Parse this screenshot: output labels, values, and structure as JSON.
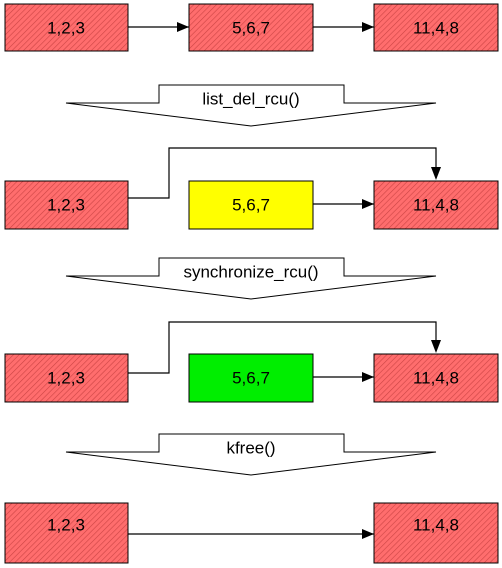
{
  "colors": {
    "stale": "#ff6d6d",
    "hatch": "#cc4444",
    "removed": "#ffff00",
    "reclaimable": "#00ee00",
    "stroke": "#000000"
  },
  "stages": [
    {
      "nodes": [
        {
          "label": "1,2,3",
          "state": "stale"
        },
        {
          "label": "5,6,7",
          "state": "stale"
        },
        {
          "label": "11,4,8",
          "state": "stale"
        }
      ]
    },
    {
      "nodes": [
        {
          "label": "1,2,3",
          "state": "stale"
        },
        {
          "label": "5,6,7",
          "state": "removed"
        },
        {
          "label": "11,4,8",
          "state": "stale"
        }
      ]
    },
    {
      "nodes": [
        {
          "label": "1,2,3",
          "state": "stale"
        },
        {
          "label": "5,6,7",
          "state": "reclaimable"
        },
        {
          "label": "11,4,8",
          "state": "stale"
        }
      ]
    },
    {
      "nodes": [
        {
          "label": "1,2,3",
          "state": "stale"
        },
        {
          "label": "11,4,8",
          "state": "stale"
        }
      ]
    }
  ],
  "operations": [
    {
      "label": "list_del_rcu()"
    },
    {
      "label": "synchronize_rcu()"
    },
    {
      "label": "kfree()"
    }
  ]
}
